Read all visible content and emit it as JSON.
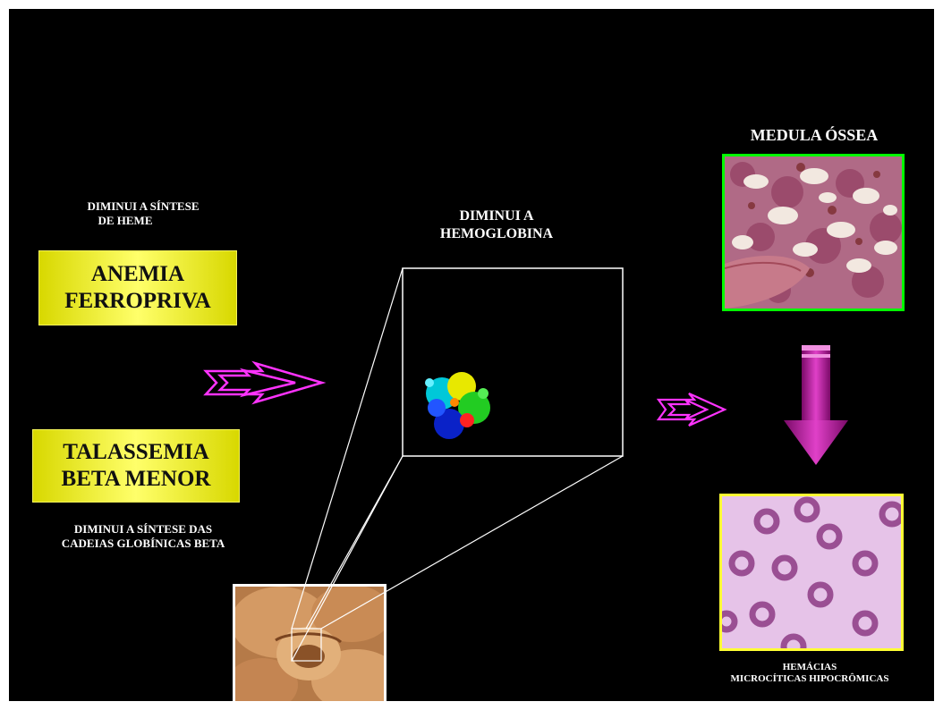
{
  "left": {
    "heme_caption_line1": "DIMINUI  A  SÍNTESE",
    "heme_caption_line2": "DE HEME",
    "anemia_line1": "ANEMIA",
    "anemia_line2": "FERROPRIVA",
    "talassemia_line1": "TALASSEMIA",
    "talassemia_line2": "BETA MENOR",
    "chains_caption_line1": "DIMINUI  A  SÍNTESE  DAS",
    "chains_caption_line2": "CADEIAS  GLOBÍNICAS BETA"
  },
  "center": {
    "hemo_caption_line1": "DIMINUI  A",
    "hemo_caption_line2": "HEMOGLOBINA"
  },
  "right": {
    "marrow_title": "MEDULA ÓSSEA",
    "cells_caption_line1": "HEMÁCIAS",
    "cells_caption_line2": "MICROCÍTICAS HIPOCRÔMICAS"
  },
  "colors": {
    "background": "#000000",
    "label_box": "#ffff66",
    "arrow_magenta": "#ff33ff",
    "marrow_border": "#00ff00",
    "cells_border": "#ffff33"
  }
}
